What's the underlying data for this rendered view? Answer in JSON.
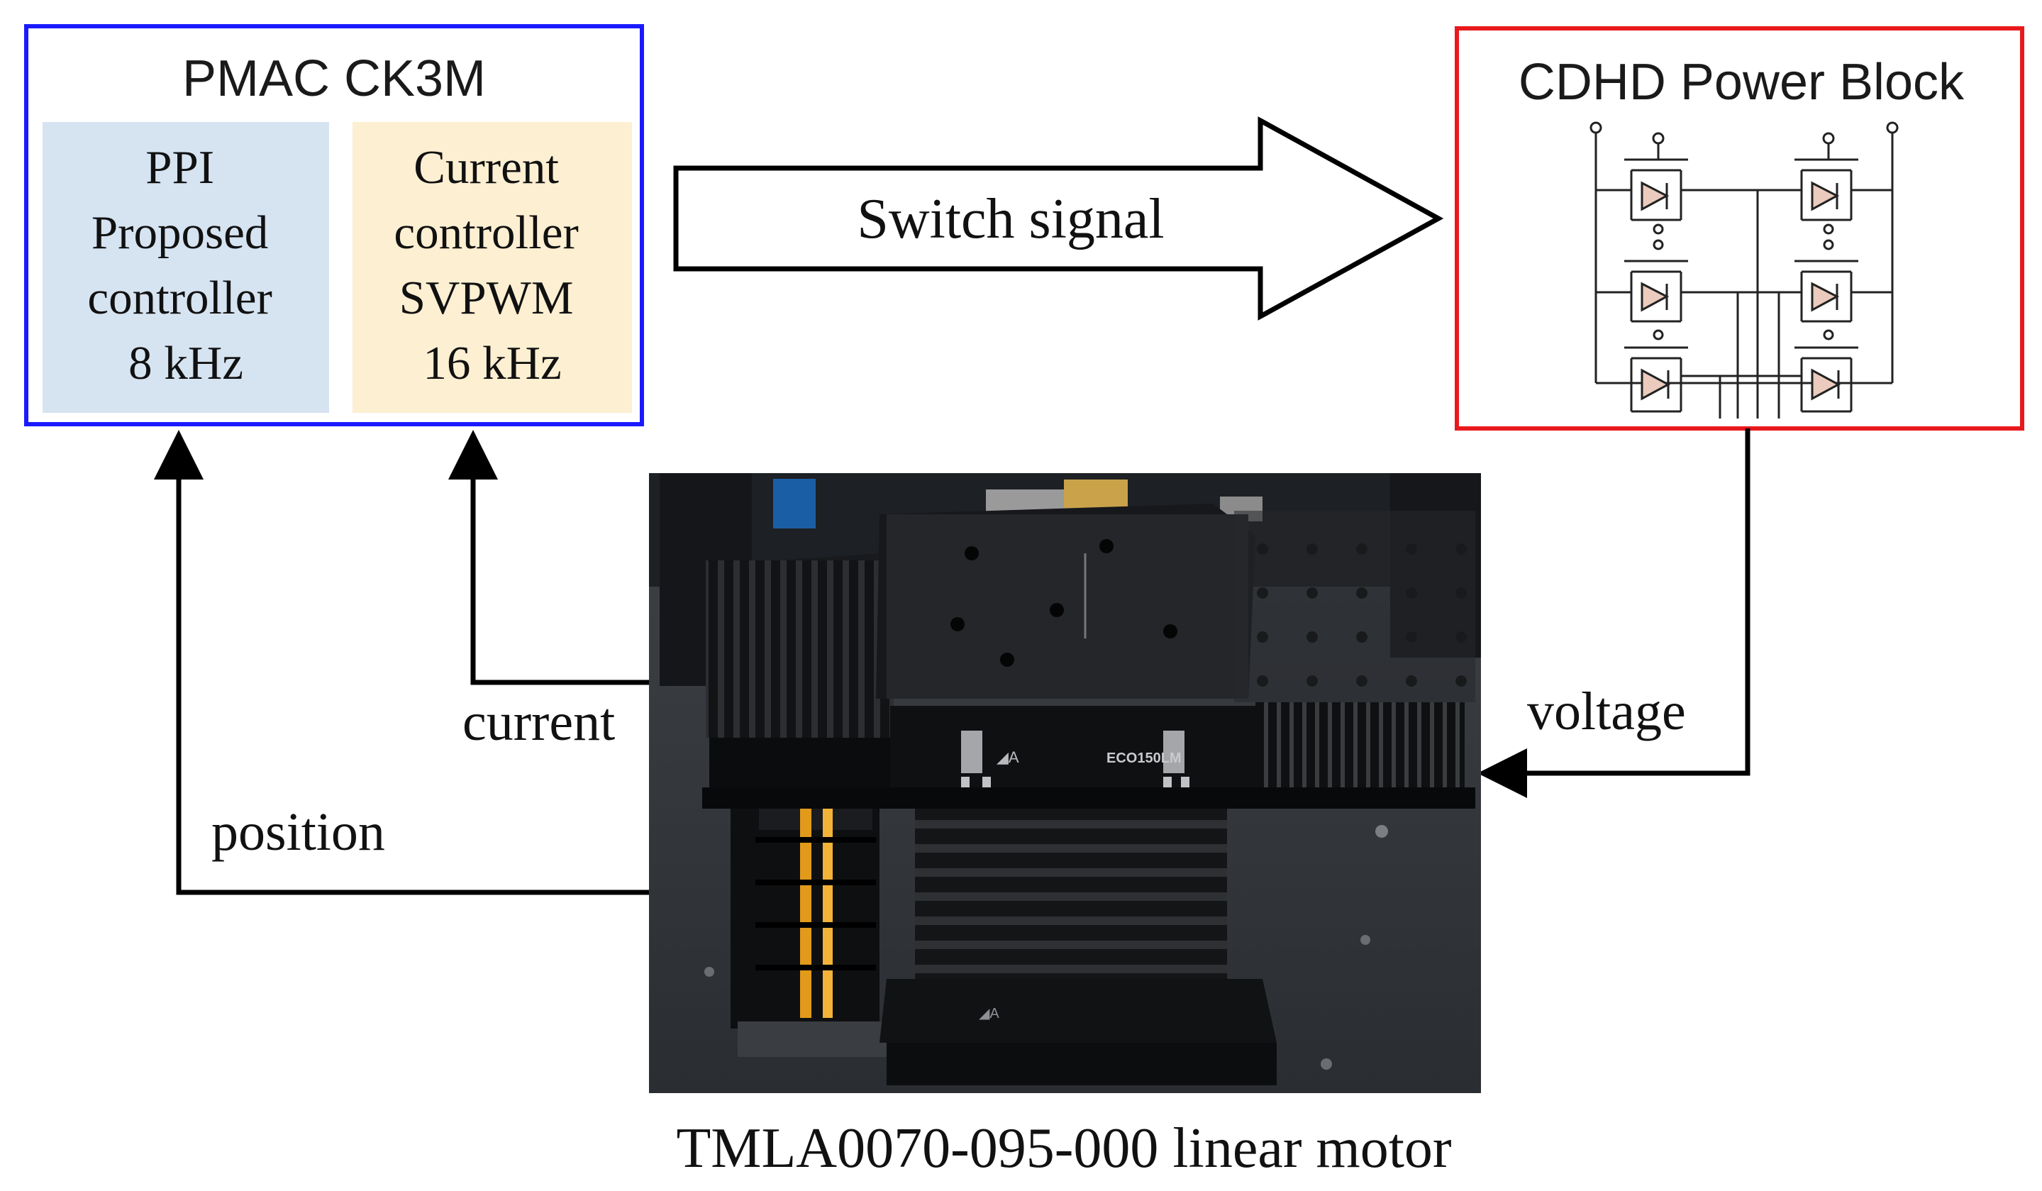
{
  "controller": {
    "title": "PMAC CK3M",
    "border_color": "#1a1aff",
    "ppi_block": {
      "lines": [
        "PPI",
        "Proposed",
        "controller",
        "8 kHz"
      ],
      "fill": "#d6e3f1"
    },
    "current_block": {
      "lines": [
        "Current",
        "controller",
        "SVPWM",
        "16 kHz"
      ],
      "fill": "#fdefd2"
    }
  },
  "power_block": {
    "title": "CDHD Power Block",
    "border_color": "#e8191c"
  },
  "arrows": {
    "switch_signal": "Switch signal",
    "current": "current",
    "position": "position",
    "voltage": "voltage"
  },
  "motor": {
    "caption": "TMLA0070-095-000 linear motor",
    "plate_brand": "ECO150LM"
  }
}
